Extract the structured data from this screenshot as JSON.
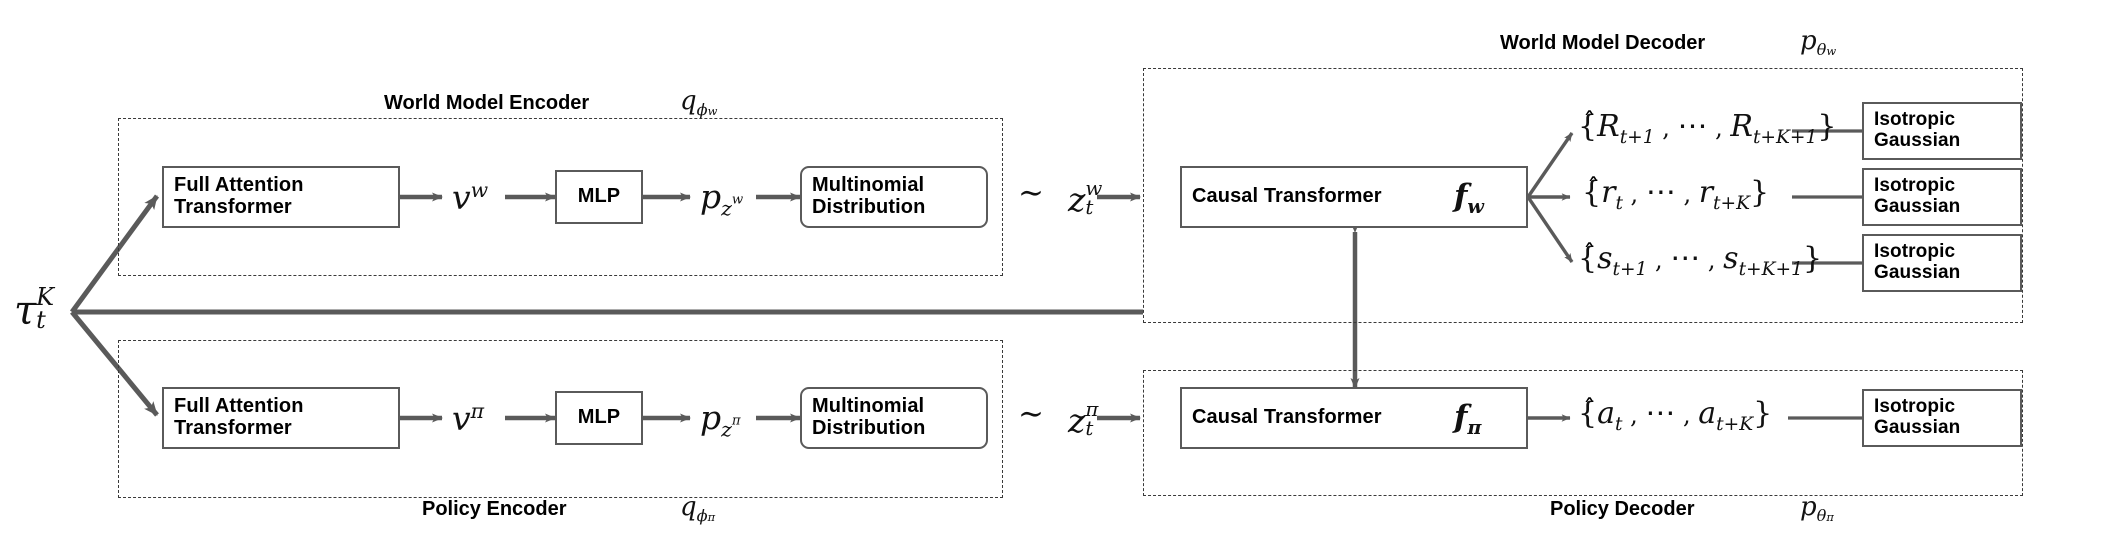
{
  "figure": {
    "title": "Trajectory world-model and policy encoder-decoder architecture",
    "line_color": "#5a5a5a",
    "text_color": "#000000",
    "background": "#ffffff"
  },
  "input": {
    "symbol_base": "τ",
    "symbol_sup": "K",
    "symbol_sub": "t",
    "name": "trajectory-input"
  },
  "groups": {
    "world_model_encoder": {
      "caption": "World Model Encoder",
      "symbol_base": "q",
      "symbol_sub": "ϕ",
      "symbol_sub2": "w"
    },
    "policy_encoder": {
      "caption": "Policy Encoder",
      "symbol_base": "q",
      "symbol_sub": "ϕ",
      "symbol_sub2": "π"
    },
    "world_model_decoder": {
      "caption": "World Model Decoder",
      "symbol_base": "p",
      "symbol_sub": "θ",
      "symbol_sub2": "w"
    },
    "policy_decoder": {
      "caption": "Policy Decoder",
      "symbol_base": "p",
      "symbol_sub": "θ",
      "symbol_sub2": "π"
    }
  },
  "top_pipeline": {
    "encoder_box": "Full Attention\nTransformer",
    "encoder_box_line1": "Full Attention",
    "encoder_box_line2": "Transformer",
    "v_symbol": "v",
    "v_sup": "w",
    "mlp_box": "MLP",
    "p_symbol": "p",
    "p_sub": "z",
    "p_sub_sup": "w",
    "multinomial_line1": "Multinomial",
    "multinomial_line2": "Distribution",
    "tilde": "∼",
    "z_symbol": "z",
    "z_sub": "t",
    "z_sup": "w",
    "causal_box": "Causal Transformer",
    "causal_symbol": "f",
    "causal_sub": "w"
  },
  "bottom_pipeline": {
    "encoder_box_line1": "Full Attention",
    "encoder_box_line2": "Transformer",
    "v_symbol": "v",
    "v_sup": "π",
    "mlp_box": "MLP",
    "p_symbol": "p",
    "p_sub": "z",
    "p_sub_sup": "π",
    "multinomial_line1": "Multinomial",
    "multinomial_line2": "Distribution",
    "tilde": "∼",
    "z_symbol": "z",
    "z_sub": "t",
    "z_sup": "π",
    "causal_box": "Causal Transformer",
    "causal_symbol": "f",
    "causal_sub": "π"
  },
  "outputs": [
    {
      "name": "reward-to-go-set",
      "text": "{R̂ₜ₊₁ , ⋯ , R̂ₜ₊ₖ₊₁}",
      "head": "R",
      "first_sub": "t+1",
      "last_sub": "t+K+1",
      "gaussian_line1": "Isotropic",
      "gaussian_line2": "Gaussian"
    },
    {
      "name": "reward-set",
      "text": "{r̂ₜ , ⋯ , r̂ₜ₊ₖ}",
      "head": "r",
      "first_sub": "t",
      "last_sub": "t+K",
      "gaussian_line1": "Isotropic",
      "gaussian_line2": "Gaussian"
    },
    {
      "name": "state-set",
      "text": "{ŝₜ₊₁ , ⋯ , ŝₜ₊ₖ₊₁}",
      "head": "s",
      "first_sub": "t+1",
      "last_sub": "t+K+1",
      "gaussian_line1": "Isotropic",
      "gaussian_line2": "Gaussian"
    }
  ],
  "policy_output": {
    "name": "action-set",
    "head": "a",
    "first_sub": "t",
    "last_sub": "t+K",
    "gaussian_line1": "Isotropic",
    "gaussian_line2": "Gaussian"
  },
  "ellipsis": "⋯",
  "brace_open": "{",
  "brace_close": "}"
}
